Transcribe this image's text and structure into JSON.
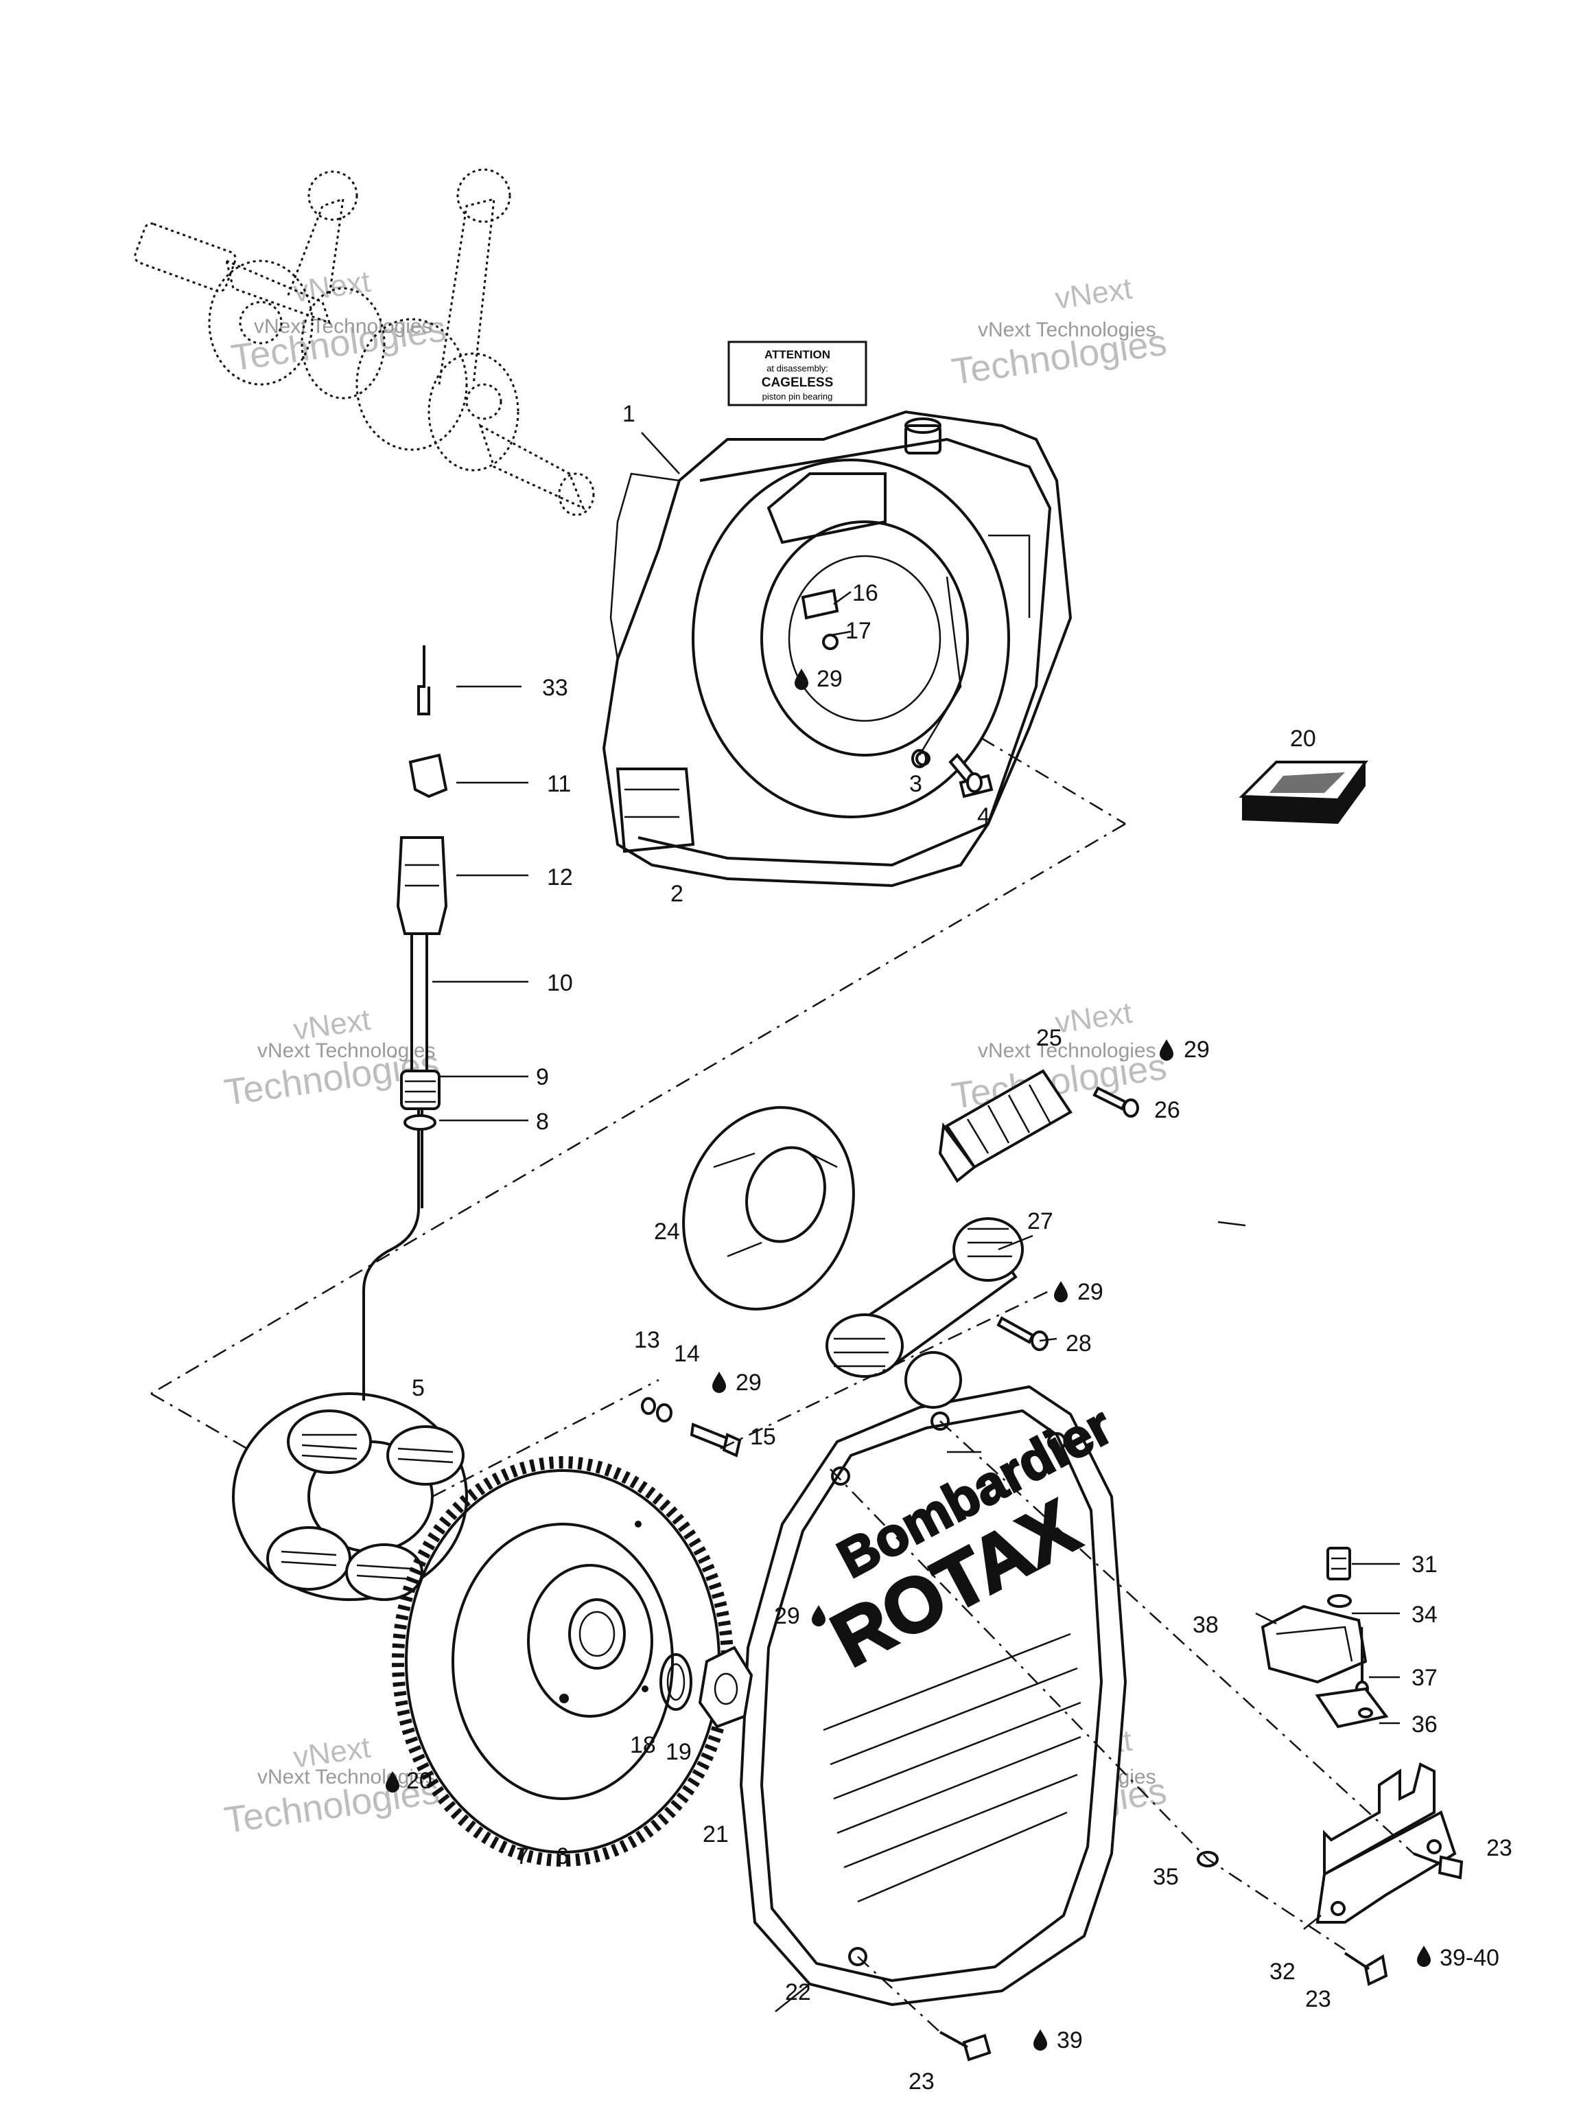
{
  "watermark": {
    "line1": "vNext",
    "line2": "Technologies",
    "inline": "vNext Technologies"
  },
  "attention_label": {
    "line1": "ATTENTION",
    "line2": "at disassembly:",
    "line3": "CAGELESS",
    "line4": "piston pin bearing"
  },
  "cover_logo": {
    "line1": "Bombardier",
    "line2": "ROTAX"
  },
  "callouts": {
    "c1": "1",
    "c2": "2",
    "c3": "3",
    "c4": "4",
    "c5": "5",
    "c6": "6",
    "c7": "7",
    "c8": "8",
    "c9": "9",
    "c10": "10",
    "c11": "11",
    "c12": "12",
    "c13": "13",
    "c14": "14",
    "c15": "15",
    "c16": "16",
    "c17": "17",
    "c18": "18",
    "c19": "19",
    "c20": "20",
    "c20b": "20",
    "c21": "21",
    "c22": "22",
    "c23a": "23",
    "c23b": "23",
    "c23c": "23",
    "c24": "24",
    "c25": "25",
    "c26": "26",
    "c27": "27",
    "c28": "28",
    "c29a": "29",
    "c29b": "29",
    "c29c": "29",
    "c29d": "29",
    "c29e": "29",
    "c31": "31",
    "c32": "32",
    "c33": "33",
    "c34": "34",
    "c35": "35",
    "c36": "36",
    "c37": "37",
    "c38": "38",
    "c39": "39",
    "c3940": "39-40"
  },
  "icons": {
    "drop": "oil-drop-icon"
  }
}
